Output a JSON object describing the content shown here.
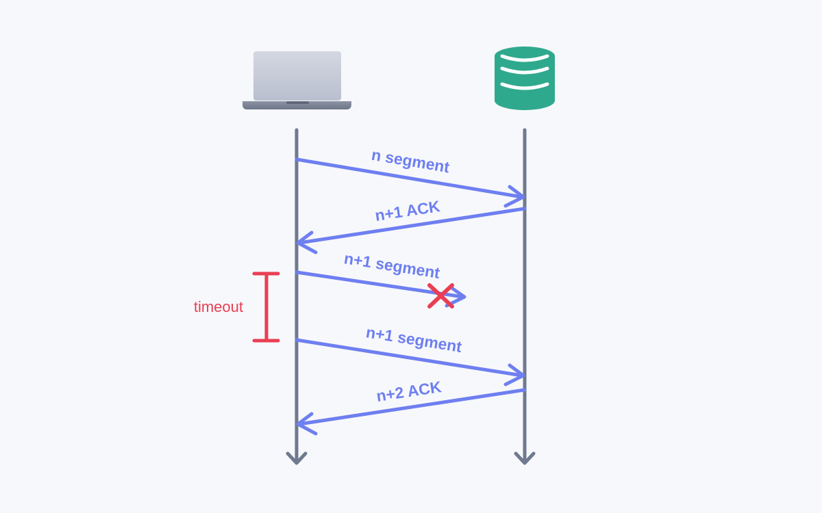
{
  "diagram": {
    "type": "sequence-diagram",
    "participants": [
      {
        "id": "client",
        "icon": "laptop-icon"
      },
      {
        "id": "server",
        "icon": "database-icon"
      }
    ],
    "messages": [
      {
        "label": "n segment",
        "from": "client",
        "to": "server",
        "delivered": true
      },
      {
        "label": "n+1 ACK",
        "from": "server",
        "to": "client",
        "delivered": true
      },
      {
        "label": "n+1 segment",
        "from": "client",
        "to": "server",
        "delivered": false
      },
      {
        "label": "n+1 segment",
        "from": "client",
        "to": "server",
        "delivered": true
      },
      {
        "label": "n+2 ACK",
        "from": "server",
        "to": "client",
        "delivered": true
      }
    ],
    "timeout": {
      "label": "timeout"
    },
    "colors": {
      "background": "#f7f8fb",
      "lifeline": "#6f7a90",
      "message": "#6e7ff0",
      "message_label": "#6e7ff0",
      "timeout": "#ea3e53",
      "database": "#2fa98e",
      "database_stripes": "#ffffff",
      "laptop_screen": "#c6cbd8",
      "laptop_base": "#7f8799"
    }
  }
}
